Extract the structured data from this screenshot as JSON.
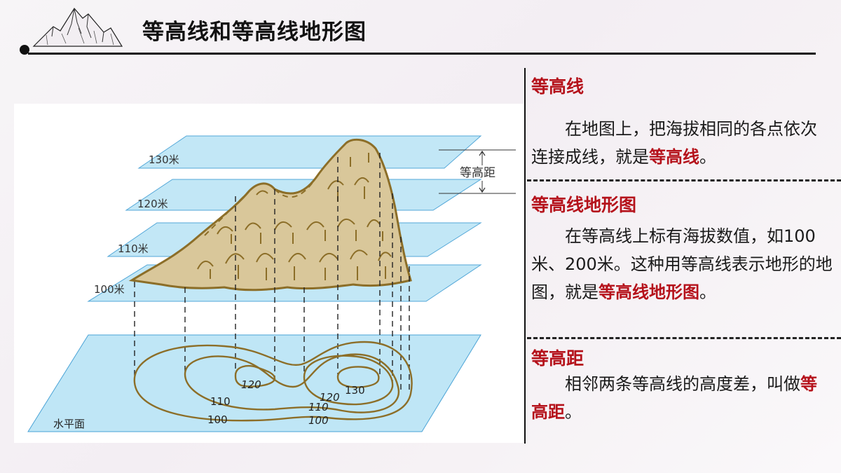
{
  "header": {
    "title": "等高线和等高线地形图"
  },
  "diagram": {
    "plane_labels": [
      "130米",
      "120米",
      "110米",
      "100米"
    ],
    "interval_label": "等高距",
    "base_label": "水平面",
    "contour_labels": [
      "120",
      "130",
      "120",
      "110",
      "110",
      "100",
      "100"
    ]
  },
  "sections": [
    {
      "title": "等高线",
      "body_text": "在地图上，把海拔相同的各点依次连接成线，就是",
      "body_highlight": "等高线",
      "body_end": "。"
    },
    {
      "title": "等高线地形图",
      "body_text": "在等高线上标有海拔数值，如100米、200米。这种用等高线表示地形的地图，就是",
      "body_highlight": "等高线地形图",
      "body_end": "。"
    },
    {
      "title": "等高距",
      "body_text": "相邻两条等高线的高度差，叫做",
      "body_highlight": "等高距",
      "body_end": "。"
    }
  ],
  "colors": {
    "accent": "#b5121b",
    "plane_fill": "#bfe6f6",
    "plane_stroke": "#4aa3d6",
    "terrain": "#a88a3a"
  }
}
